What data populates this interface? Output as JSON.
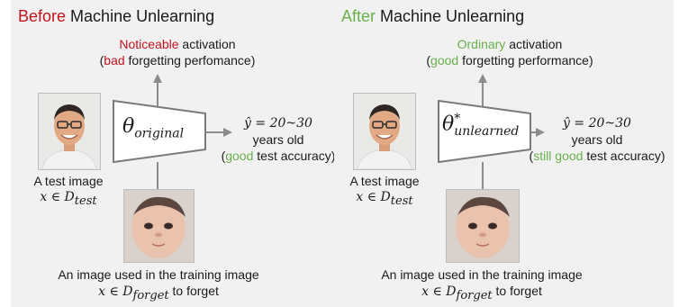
{
  "left": {
    "title_colored": "Before",
    "title_rest": " Machine Unlearning",
    "activation_colored": "Noticeable",
    "activation_rest": " activation",
    "forget_open": "(",
    "forget_colored": "bad",
    "forget_rest": " forgetting perfomance)",
    "model_symbol": "θ",
    "model_sub": "original",
    "pred_line1": "ŷ = 20~30",
    "pred_line2": "years old",
    "acc_open": "(",
    "acc_colored": "good",
    "acc_rest": " test accuracy)",
    "test_label": "A test image",
    "test_math": "x ∈ D",
    "test_sub": "test",
    "train_label": "An image used in the training image",
    "train_math": "x ∈ D",
    "train_sub": "forget",
    "train_tail": " to forget"
  },
  "right": {
    "title_colored": "After",
    "title_rest": " Machine Unlearning",
    "activation_colored": "Ordinary",
    "activation_rest": " activation",
    "forget_open": "(",
    "forget_colored": "good",
    "forget_rest": " forgetting performance)",
    "model_symbol": "θ",
    "model_sup": "*",
    "model_sub": "unlearned",
    "pred_line1": "ŷ = 20~30",
    "pred_line2": "years old",
    "acc_open": "(",
    "acc_colored": "still good",
    "acc_rest": " test accuracy)",
    "test_label": "A test image",
    "test_math": "x ∈ D",
    "test_sub": "test",
    "train_label": "An image used in the training image",
    "train_math": "x ∈ D",
    "train_sub": "forget",
    "train_tail": " to forget"
  },
  "colors": {
    "bad": "#c0141f",
    "good": "#6ab04c",
    "panel": "#f1f1f1"
  }
}
